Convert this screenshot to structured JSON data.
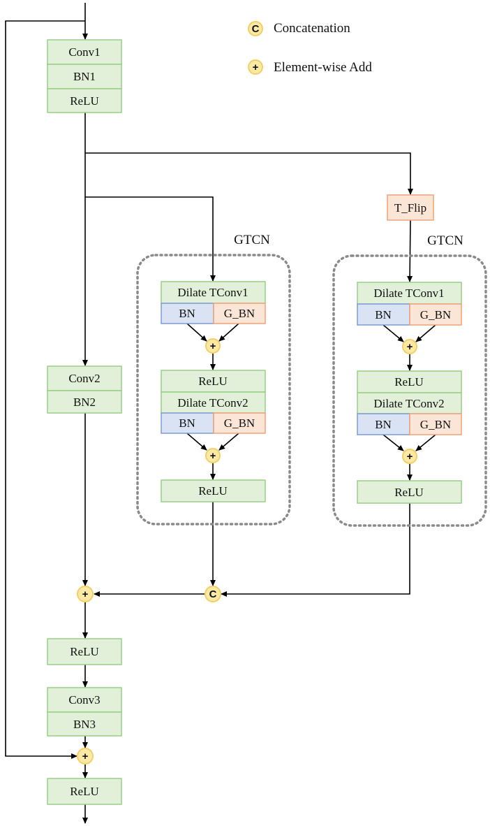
{
  "legend": {
    "concat_symbol": "C",
    "concat_label": "Concatenation",
    "add_symbol": "+",
    "add_label": "Element-wise Add"
  },
  "main": {
    "conv1": "Conv1",
    "bn1": "BN1",
    "relu1": "ReLU",
    "conv2": "Conv2",
    "bn2": "BN2",
    "relu_mid": "ReLU",
    "conv3": "Conv3",
    "bn3": "BN3",
    "relu_out": "ReLU"
  },
  "t_flip": "T_Flip",
  "gtcn": [
    {
      "title": "GTCN",
      "tconv1": "Dilate TConv1",
      "bn_a": "BN",
      "gbn_a": "G_BN",
      "relu_a": "ReLU",
      "tconv2": "Dilate TConv2",
      "bn_b": "BN",
      "gbn_b": "G_BN",
      "relu_b": "ReLU"
    },
    {
      "title": "GTCN",
      "tconv1": "Dilate TConv1",
      "bn_a": "BN",
      "gbn_a": "G_BN",
      "relu_a": "ReLU",
      "tconv2": "Dilate TConv2",
      "bn_b": "BN",
      "gbn_b": "G_BN",
      "relu_b": "ReLU"
    }
  ],
  "ops": {
    "add": "+",
    "concat": "C"
  }
}
